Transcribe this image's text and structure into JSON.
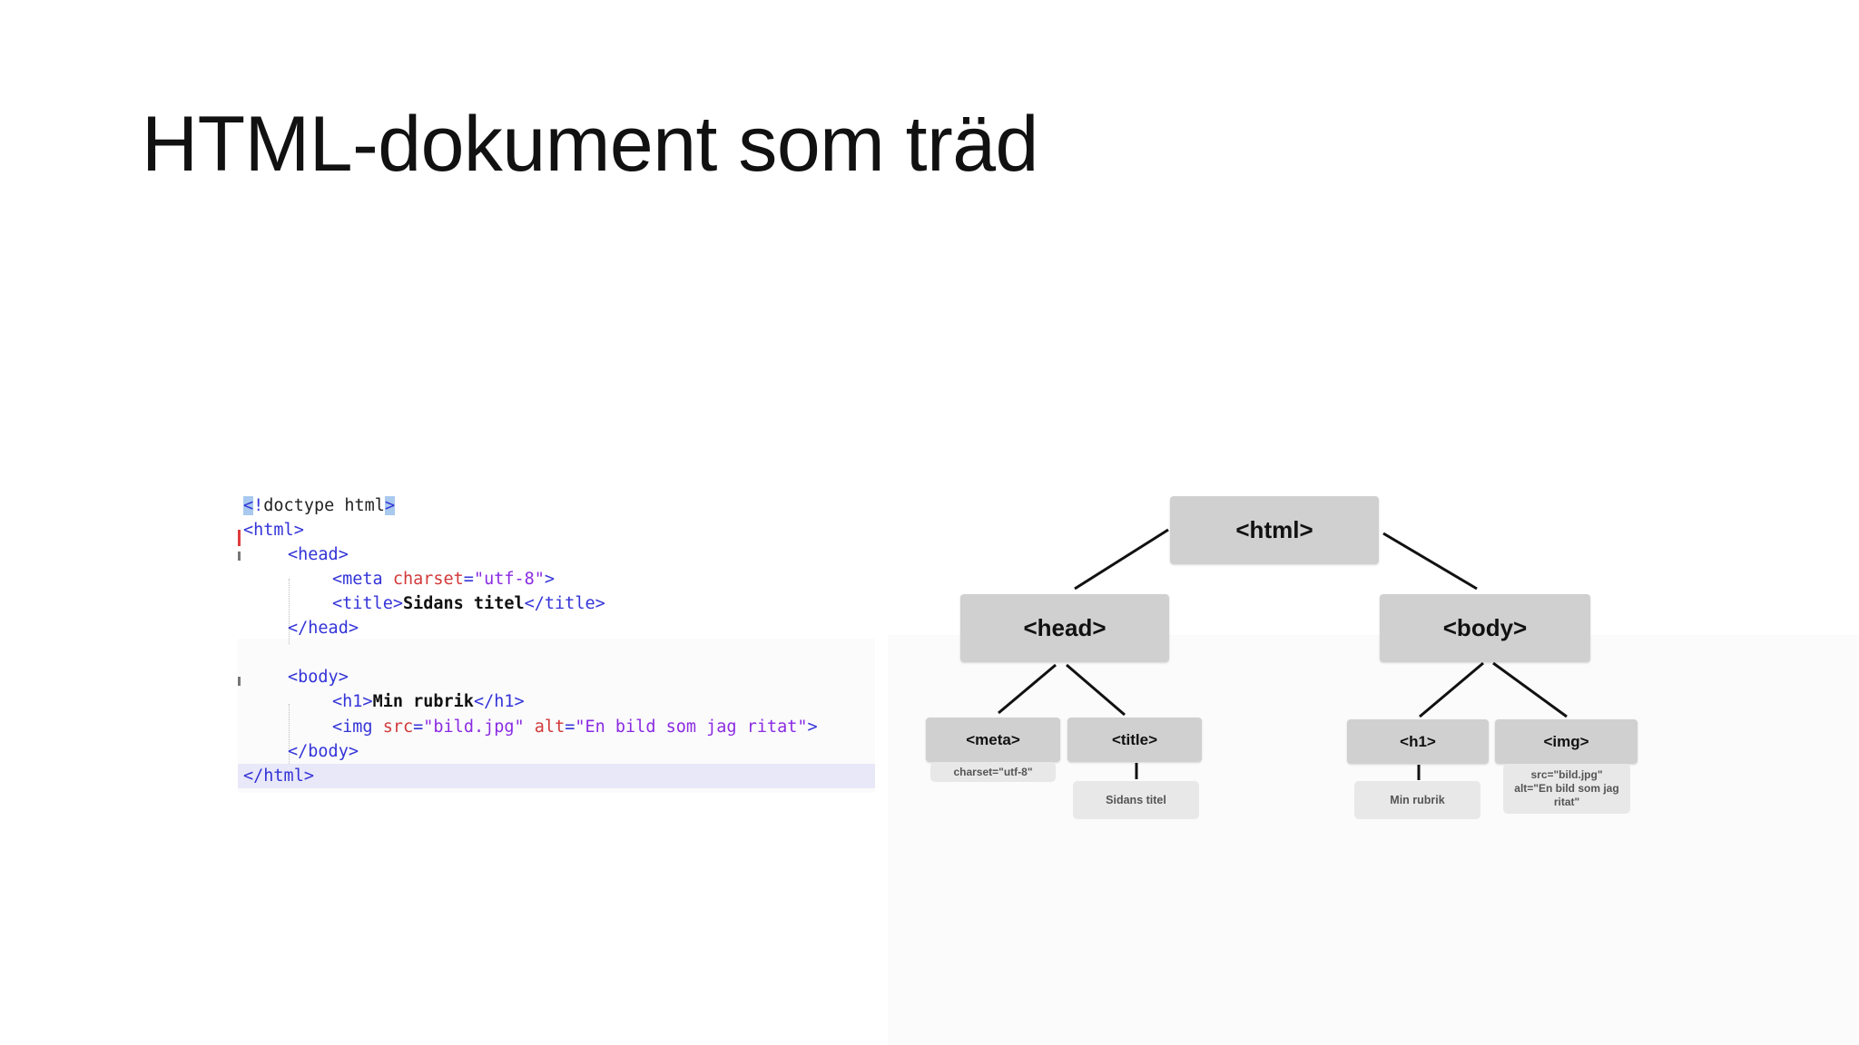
{
  "slide": {
    "title": "HTML-dokument som träd"
  },
  "code": {
    "l1_a": "<",
    "l1_b": "!",
    "l1_c": "doctype html",
    "l1_d": ">",
    "l2": "<html>",
    "l3": "<head>",
    "l4_open": "<meta ",
    "l4_attr": "charset",
    "l4_eq": "=",
    "l4_val": "\"utf-8\"",
    "l4_close": ">",
    "l5_open": "<title>",
    "l5_text": "Sidans titel",
    "l5_close": "</title>",
    "l6": "</head>",
    "l8": "<body>",
    "l9_open": "<h1>",
    "l9_text": "Min rubrik",
    "l9_close": "</h1>",
    "l10_open": "<img ",
    "l10_attr1": "src",
    "l10_eq1": "=",
    "l10_val1": "\"bild.jpg\"",
    "l10_attr2": "alt",
    "l10_eq2": "=",
    "l10_val2": "\"En bild som jag ritat\"",
    "l10_close": ">",
    "l11": "</body>",
    "l12": "</html>"
  },
  "tree": {
    "html": "<html>",
    "head": "<head>",
    "body": "<body>",
    "meta": "<meta>",
    "meta_attr": "charset=\"utf-8\"",
    "title": "<title>",
    "title_text": "Sidans titel",
    "h1": "<h1>",
    "h1_text": "Min rubrik",
    "img": "<img>",
    "img_src": "src=\"bild.jpg\"",
    "img_alt": "alt=\"En bild som jag ritat\""
  }
}
